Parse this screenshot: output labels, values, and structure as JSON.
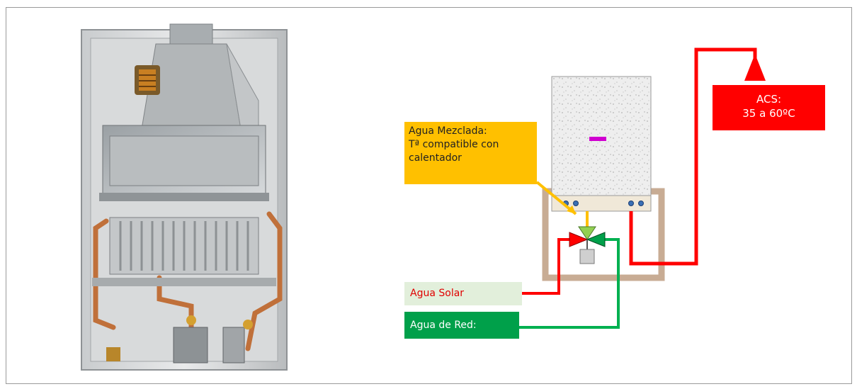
{
  "labels": {
    "mixed_water_title": "Agua Mezclada:",
    "mixed_water_line2": "Tª compatible con",
    "mixed_water_line3": "calentador",
    "solar_water": "Agua Solar",
    "mains_water": "Agua de Red:",
    "acs_title": "ACS:",
    "acs_range": "35 a 60ºC"
  },
  "colors": {
    "hot_pipe": "#ff0000",
    "cold_pipe": "#00a04a",
    "mixed_pipe": "#ffc000",
    "mixed_label_bg": "#ffc000",
    "solar_label_bg": "#e2efdb",
    "acs_label_bg": "#ff0000",
    "heater_outline": "#c8ac94"
  },
  "icons": {
    "photo": "gas-water-heater-internals-photo",
    "mixing_valve": "thermostatic-mixing-valve-icon",
    "flow_arrow": "flow-direction-arrow-icon"
  }
}
